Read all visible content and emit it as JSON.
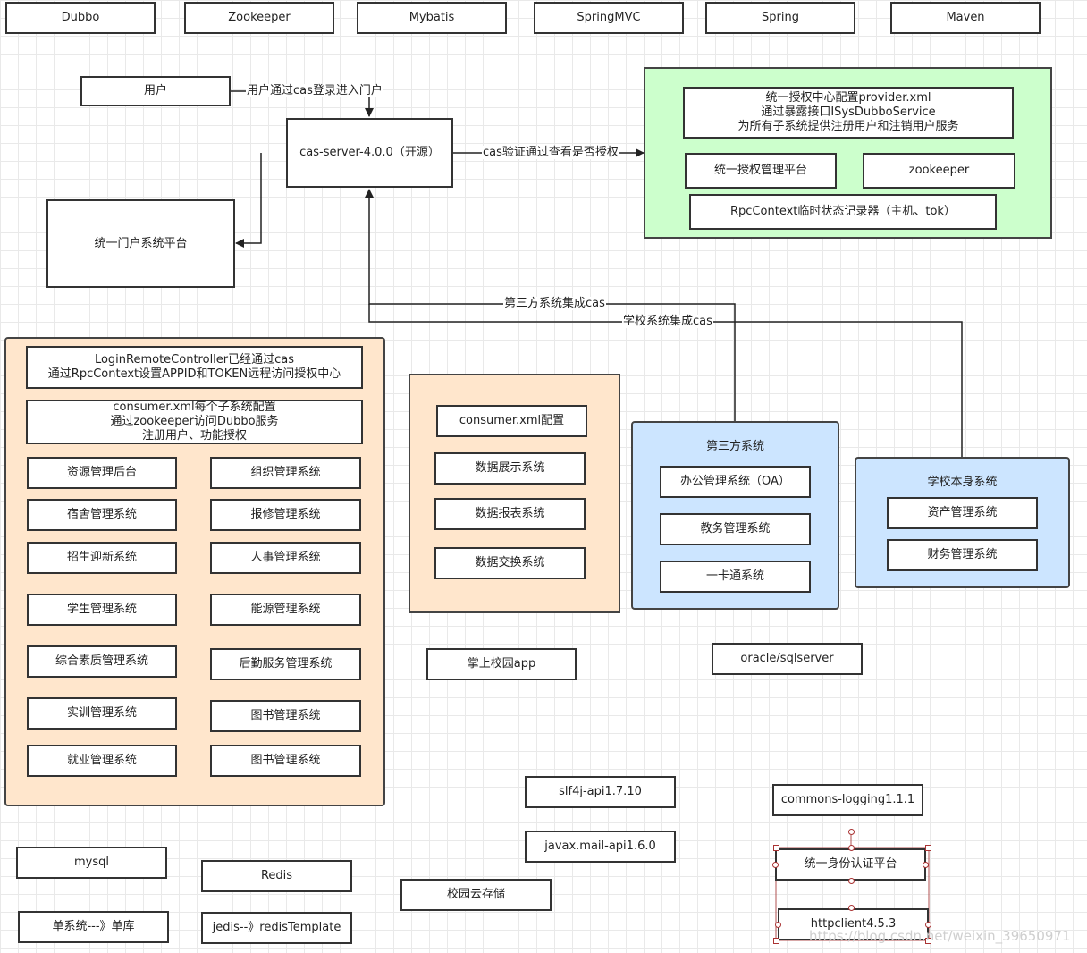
{
  "top_row": [
    "Dubbo",
    "Zookeeper",
    "Mybatis",
    "SpringMVC",
    "Spring",
    "Maven"
  ],
  "user": "用户",
  "cas_server": "cas-server-4.0.0（开源）",
  "portal": "统一门户系统平台",
  "edges": {
    "user_login": "用户通过cas登录进入门户",
    "cas_auth": "cas验证通过查看是否授权",
    "third_party": "第三方系统集成cas",
    "school": "学校系统集成cas"
  },
  "auth_center": {
    "provider_lines": [
      "统一授权中心配置provider.xml",
      "通过暴露接口ISysDubboService",
      "为所有子系统提供注册用户和注销用户服务"
    ],
    "platform": "统一授权管理平台",
    "zookeeper": "zookeeper",
    "rpc_context": "RpcContext临时状态记录器（主机、tok）"
  },
  "left_group": {
    "login_lines": [
      "LoginRemoteController已经通过cas",
      "通过RpcContext设置APPID和TOKEN远程访问授权中心"
    ],
    "consumer_lines": [
      "consumer.xml每个子系统配置",
      "通过zookeeper访问Dubbo服务",
      "注册用户、功能授权"
    ],
    "systems": [
      [
        "资源管理后台",
        "组织管理系统"
      ],
      [
        "宿舍管理系统",
        "报修管理系统"
      ],
      [
        "招生迎新系统",
        "人事管理系统"
      ],
      [
        "学生管理系统",
        "能源管理系统"
      ],
      [
        "综合素质管理系统",
        "后勤服务管理系统"
      ],
      [
        "实训管理系统",
        "图书管理系统"
      ],
      [
        "就业管理系统",
        "图书管理系统"
      ]
    ]
  },
  "middle_group": {
    "consumer": "consumer.xml配置",
    "items": [
      "数据展示系统",
      "数据报表系统",
      "数据交换系统"
    ]
  },
  "third_party_group": {
    "title": "第三方系统",
    "items": [
      "办公管理系统（OA）",
      "教务管理系统",
      "一卡通系统"
    ]
  },
  "school_group": {
    "title": "学校本身系统",
    "items": [
      "资产管理系统",
      "财务管理系统"
    ]
  },
  "standalone": {
    "app": "掌上校园app",
    "oracle": "oracle/sqlserver",
    "slf4j": "slf4j-api1.7.10",
    "javax_mail": "javax.mail-api1.6.0",
    "commons_logging": "commons-logging1.1.1",
    "identity": "统一身份认证平台",
    "httpclient": "httpclient4.5.3",
    "mysql": "mysql",
    "redis": "Redis",
    "cloud": "校园云存储",
    "single": "单系统---》单库",
    "jedis": "jedis--》redisTemplate"
  },
  "watermark": "https://blog.csdn.net/weixin_39650971"
}
